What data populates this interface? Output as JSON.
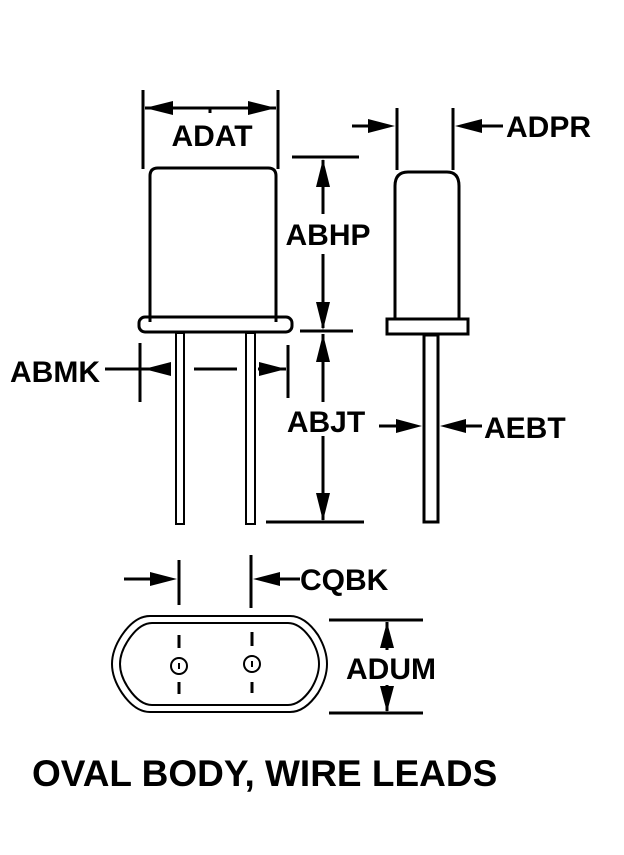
{
  "diagram": {
    "caption": "OVAL BODY, WIRE LEADS",
    "views": [
      "front-view",
      "side-view",
      "bottom-view"
    ],
    "dimensions": {
      "body_width": "ADAT",
      "body_height": "ABHP",
      "side_thickness": "ADPR",
      "lead_spacing_outer": "ABMK",
      "lead_length": "ABJT",
      "lead_diameter": "AEBT",
      "lead_spacing": "CQBK",
      "oval_depth": "ADUM"
    },
    "color": "#000000"
  }
}
